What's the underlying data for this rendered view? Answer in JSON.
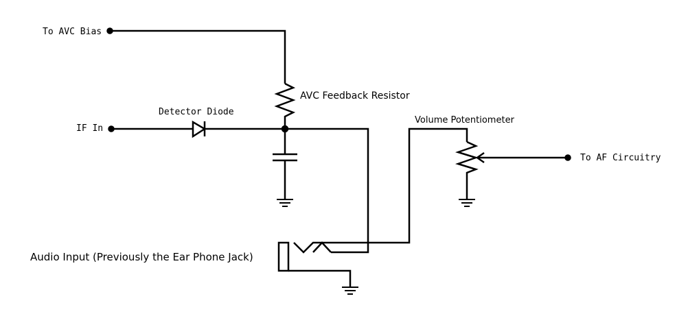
{
  "labels": {
    "avc_bias": "To AVC Bias",
    "if_in": "IF In",
    "detector_diode": "Detector Diode",
    "avc_resistor": "AVC Feedback Resistor",
    "volume_pot": "Volume Potentiometer",
    "af_circuitry": "To AF Circuitry",
    "audio_input": "Audio Input (Previously the Ear Phone Jack)"
  },
  "colors": {
    "wire": "#000000",
    "background": "#ffffff"
  }
}
